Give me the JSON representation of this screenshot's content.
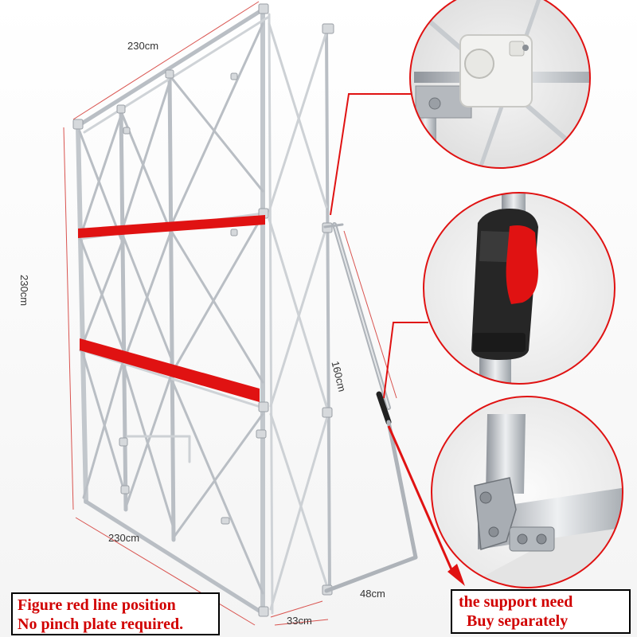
{
  "dimensions": {
    "top_width": "230cm",
    "height": "230cm",
    "bottom_width": "230cm",
    "support_length": "160cm",
    "depth": "48cm",
    "frame_depth": "33cm"
  },
  "notes": {
    "red_line_line1": "Figure red line position",
    "red_line_line2": "No pinch plate required.",
    "support_line1": "the support need",
    "support_line2": "Buy separately"
  },
  "colors": {
    "accent_red": "#e01212",
    "frame_silver": "#b7bcc2",
    "text_red": "#d10000"
  },
  "detail_views": [
    {
      "name": "connector-clip-detail",
      "icon": "frame-connector-icon"
    },
    {
      "name": "support-lock-detail",
      "icon": "red-lock-clip-icon"
    },
    {
      "name": "hinge-joint-detail",
      "icon": "folding-hinge-icon"
    }
  ]
}
